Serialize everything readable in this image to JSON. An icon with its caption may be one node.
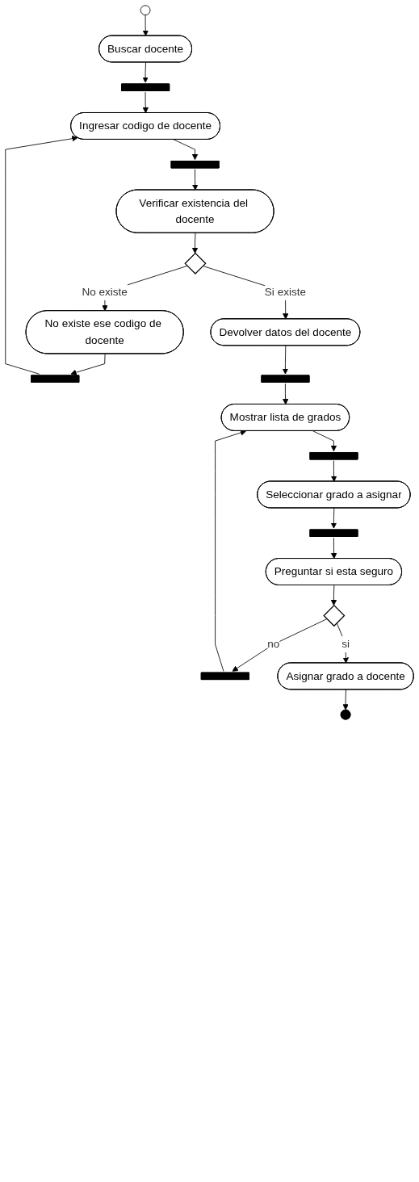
{
  "diagram": {
    "nodes": [
      {
        "text": [],
        "shape": "circle"
      },
      {
        "text": [
          "Buscar docente"
        ]
      },
      {
        "text": [],
        "shape": "bar"
      },
      {
        "text": [
          "Ingresar codigo de docente"
        ]
      },
      {
        "text": [],
        "shape": "bar"
      },
      {
        "text": [
          "Verificar existencia del docente"
        ]
      },
      {
        "text": [],
        "shape": "diamond"
      },
      {
        "text": [
          "No existe ese codigo de docente"
        ]
      },
      {
        "text": [],
        "shape": "bar"
      },
      {
        "text": [
          "Devolver datos del docente"
        ]
      },
      {
        "text": [],
        "shape": "bar"
      },
      {
        "text": [
          "Mostrar lista de grados"
        ]
      },
      {
        "text": [],
        "shape": "bar"
      },
      {
        "text": [
          "Seleccionar grado a asignar"
        ]
      },
      {
        "text": [],
        "shape": "bar"
      },
      {
        "text": [
          "Preguntar si esta seguro"
        ]
      },
      {
        "text": [],
        "shape": "diamond"
      },
      {
        "text": [],
        "shape": "bar"
      },
      {
        "text": [
          "Asignar grado a docente"
        ]
      },
      {
        "text": [],
        "shape": "circle"
      }
    ],
    "edges": [
      {
        "from": 0,
        "to": 1,
        "arrow": "to"
      },
      {
        "from": 1,
        "to": 2,
        "arrow": "to"
      },
      {
        "from": 2,
        "to": 3,
        "arrow": "to"
      },
      {
        "from": 3,
        "to": 4,
        "arrow": "to"
      },
      {
        "from": 4,
        "to": 5,
        "arrow": "to"
      },
      {
        "from": 5,
        "to": 6,
        "arrow": "to"
      },
      {
        "from": 6,
        "to": 7,
        "arrow": "to",
        "label": "No existe"
      },
      {
        "from": 7,
        "to": 8,
        "arrow": "to"
      },
      {
        "from": 8,
        "to": 3,
        "arrow": "to"
      },
      {
        "from": 6,
        "to": 9,
        "arrow": "to",
        "label": "Si existe"
      },
      {
        "from": 9,
        "to": 10,
        "arrow": "to"
      },
      {
        "from": 10,
        "to": 11,
        "arrow": "to"
      },
      {
        "from": 11,
        "to": 12,
        "arrow": "to"
      },
      {
        "from": 12,
        "to": 13,
        "arrow": "to"
      },
      {
        "from": 13,
        "to": 14,
        "arrow": "to"
      },
      {
        "from": 14,
        "to": 15,
        "arrow": "to"
      },
      {
        "from": 15,
        "to": 16,
        "arrow": "to"
      },
      {
        "from": 16,
        "to": 17,
        "arrow": "to",
        "label": "no"
      },
      {
        "from": 17,
        "to": 11,
        "arrow": "to"
      },
      {
        "from": 16,
        "to": 18,
        "arrow": "to",
        "label": "si"
      },
      {
        "from": 18,
        "to": 19,
        "arrow": "to"
      }
    ]
  }
}
